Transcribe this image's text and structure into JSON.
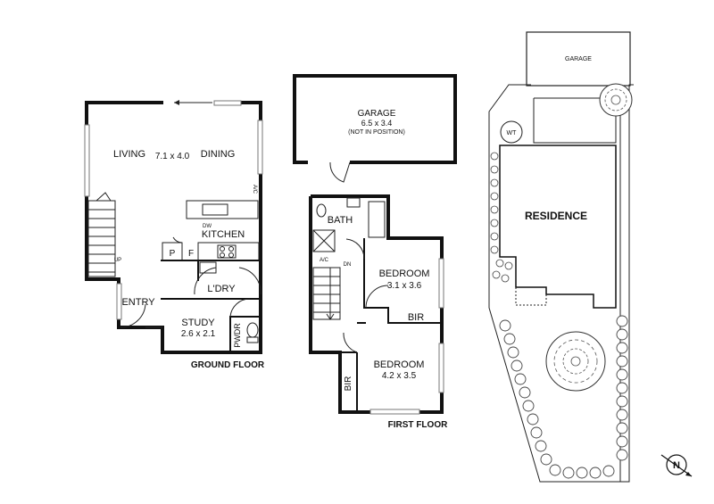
{
  "ground_floor": {
    "caption": "GROUND FLOOR",
    "rooms": {
      "living": "LIVING",
      "living_dim": "7.1 x 4.0",
      "dining": "DINING",
      "kitchen": "KITCHEN",
      "pantry": "P",
      "fridge": "F",
      "laundry": "L'DRY",
      "entry": "ENTRY",
      "study": "STUDY",
      "study_dim": "2.6 x 2.1",
      "powder": "PWDR"
    },
    "annotations": {
      "dw": "DW",
      "ac": "A/C",
      "up": "UP"
    }
  },
  "garage_plan": {
    "title": "GARAGE",
    "dim": "6.5 x 3.4",
    "note": "(NOT IN POSITION)"
  },
  "first_floor": {
    "caption": "FIRST FLOOR",
    "rooms": {
      "bath": "BATH",
      "bedroom1": "BEDROOM",
      "bedroom1_dim": "3.1 x 3.6",
      "bir1": "BIR",
      "bedroom2": "BEDROOM",
      "bedroom2_dim": "4.2 x 3.5",
      "bir2": "BIR"
    },
    "annotations": {
      "ac": "A/C",
      "dn": "DN"
    }
  },
  "site_plan": {
    "garage": "GARAGE",
    "water_tank": "WT",
    "residence": "RESIDENCE"
  },
  "compass": {
    "label": "N"
  }
}
